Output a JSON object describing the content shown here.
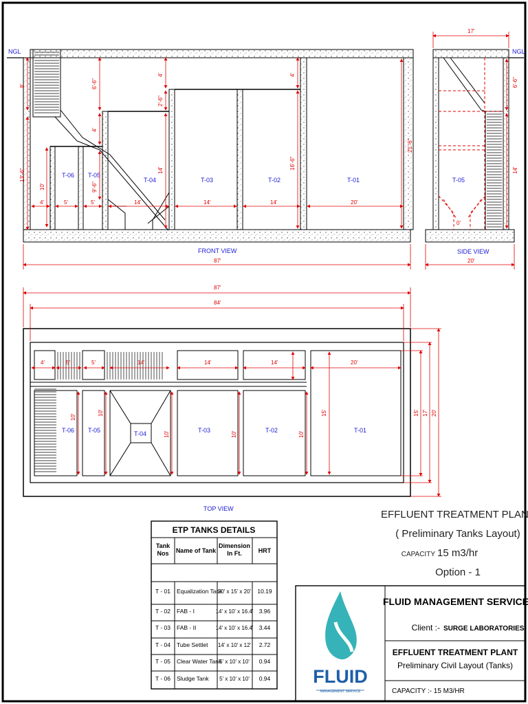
{
  "labels": {
    "ngl": "NGL",
    "front_view": "FRONT VIEW",
    "side_view": "SIDE VIEW",
    "top_view": "TOP VIEW"
  },
  "tank_names": [
    "T-06",
    "T-05",
    "T-04",
    "T-03",
    "T-02",
    "T-01"
  ],
  "front_dims": {
    "overall": "87'",
    "side_overall": "20'",
    "side_top": "17'",
    "height_total": "21'-6\"",
    "depth_t03": "16'-6\"",
    "height_left": "13'-6\"",
    "top_8": "8'",
    "stair_66": "6'-6\"",
    "top_4a": "4'",
    "top_4b": "4'",
    "t04_166": "2'-6\"",
    "t06_h": "10'",
    "t05_h": "9'-6\"",
    "t04_top": "4'",
    "t04_14": "14'",
    "side_14": "14'",
    "side_66": "6'-6\"",
    "w4": "4'",
    "w5a": "5'",
    "w5b": "5'",
    "w14a": "14'",
    "w14b": "14'",
    "w14c": "14'",
    "w20": "20'",
    "bottom_0": "0'"
  },
  "top_dims": {
    "overall_87": "87'",
    "inner_84": "84'",
    "w4": "4'",
    "w5a": "5'",
    "w5b": "5'",
    "w14a": "14'",
    "w14b": "14'",
    "w14c": "14'",
    "w20": "20'",
    "d10a": "10'",
    "d10b": "10'",
    "d10c": "10'",
    "d10d": "10'",
    "d10e": "10'",
    "d15a": "15'",
    "d15b": "15'",
    "d17": "17'",
    "d20": "20'"
  },
  "title_block": {
    "line1": "EFFLUENT TREATMENT PLANT",
    "line2": "( Preliminary Tanks Layout)",
    "capacity_label": "CAPACITY",
    "capacity_value": "15 m3/hr",
    "option": "Option - 1"
  },
  "company": {
    "name": "FLUID MANAGEMENT SERVICE",
    "client_label": "Client :-",
    "client_name": "SURGE LABORATORIES",
    "project_title": "EFFLUENT TREATMENT PLANT",
    "project_subtitle": "Preliminary Civil Layout (Tanks)",
    "capacity_line": "CAPACITY :- 15 M3/HR",
    "logo_word": "FLUID",
    "logo_tagline": "MANAGEMENT SERVICE",
    "logo_color": "#1d5fa8",
    "drop_color": "#35b3b8"
  },
  "tanks_table": {
    "title": "ETP TANKS DETAILS",
    "headers": [
      "Tank Nos",
      "Name of Tank",
      "Dimension In Ft.",
      "HRT"
    ],
    "rows": [
      {
        "no": "T - 01",
        "name": "Equalization Tank",
        "dim": "20' x 15' x 20'",
        "hrt": "10.19"
      },
      {
        "no": "T - 02",
        "name": "FAB - I",
        "dim": "14' x 10' x 16.4'",
        "hrt": "3.96"
      },
      {
        "no": "T - 03",
        "name": "FAB - II",
        "dim": "14' x 10' x 16.4'",
        "hrt": "3.44"
      },
      {
        "no": "T - 04",
        "name": "Tube Settlet",
        "dim": "14' x 10' x 12'",
        "hrt": "2.72"
      },
      {
        "no": "T - 05",
        "name": "Clear Water Tank",
        "dim": "5' x 10' x 10'",
        "hrt": "0.94"
      },
      {
        "no": "T - 06",
        "name": "Sludge Tank",
        "dim": "5' x 10' x 10'",
        "hrt": "0.94"
      }
    ]
  },
  "colors": {
    "dimension": "#e00000",
    "label": "#1a1ad6",
    "line": "#000000"
  }
}
